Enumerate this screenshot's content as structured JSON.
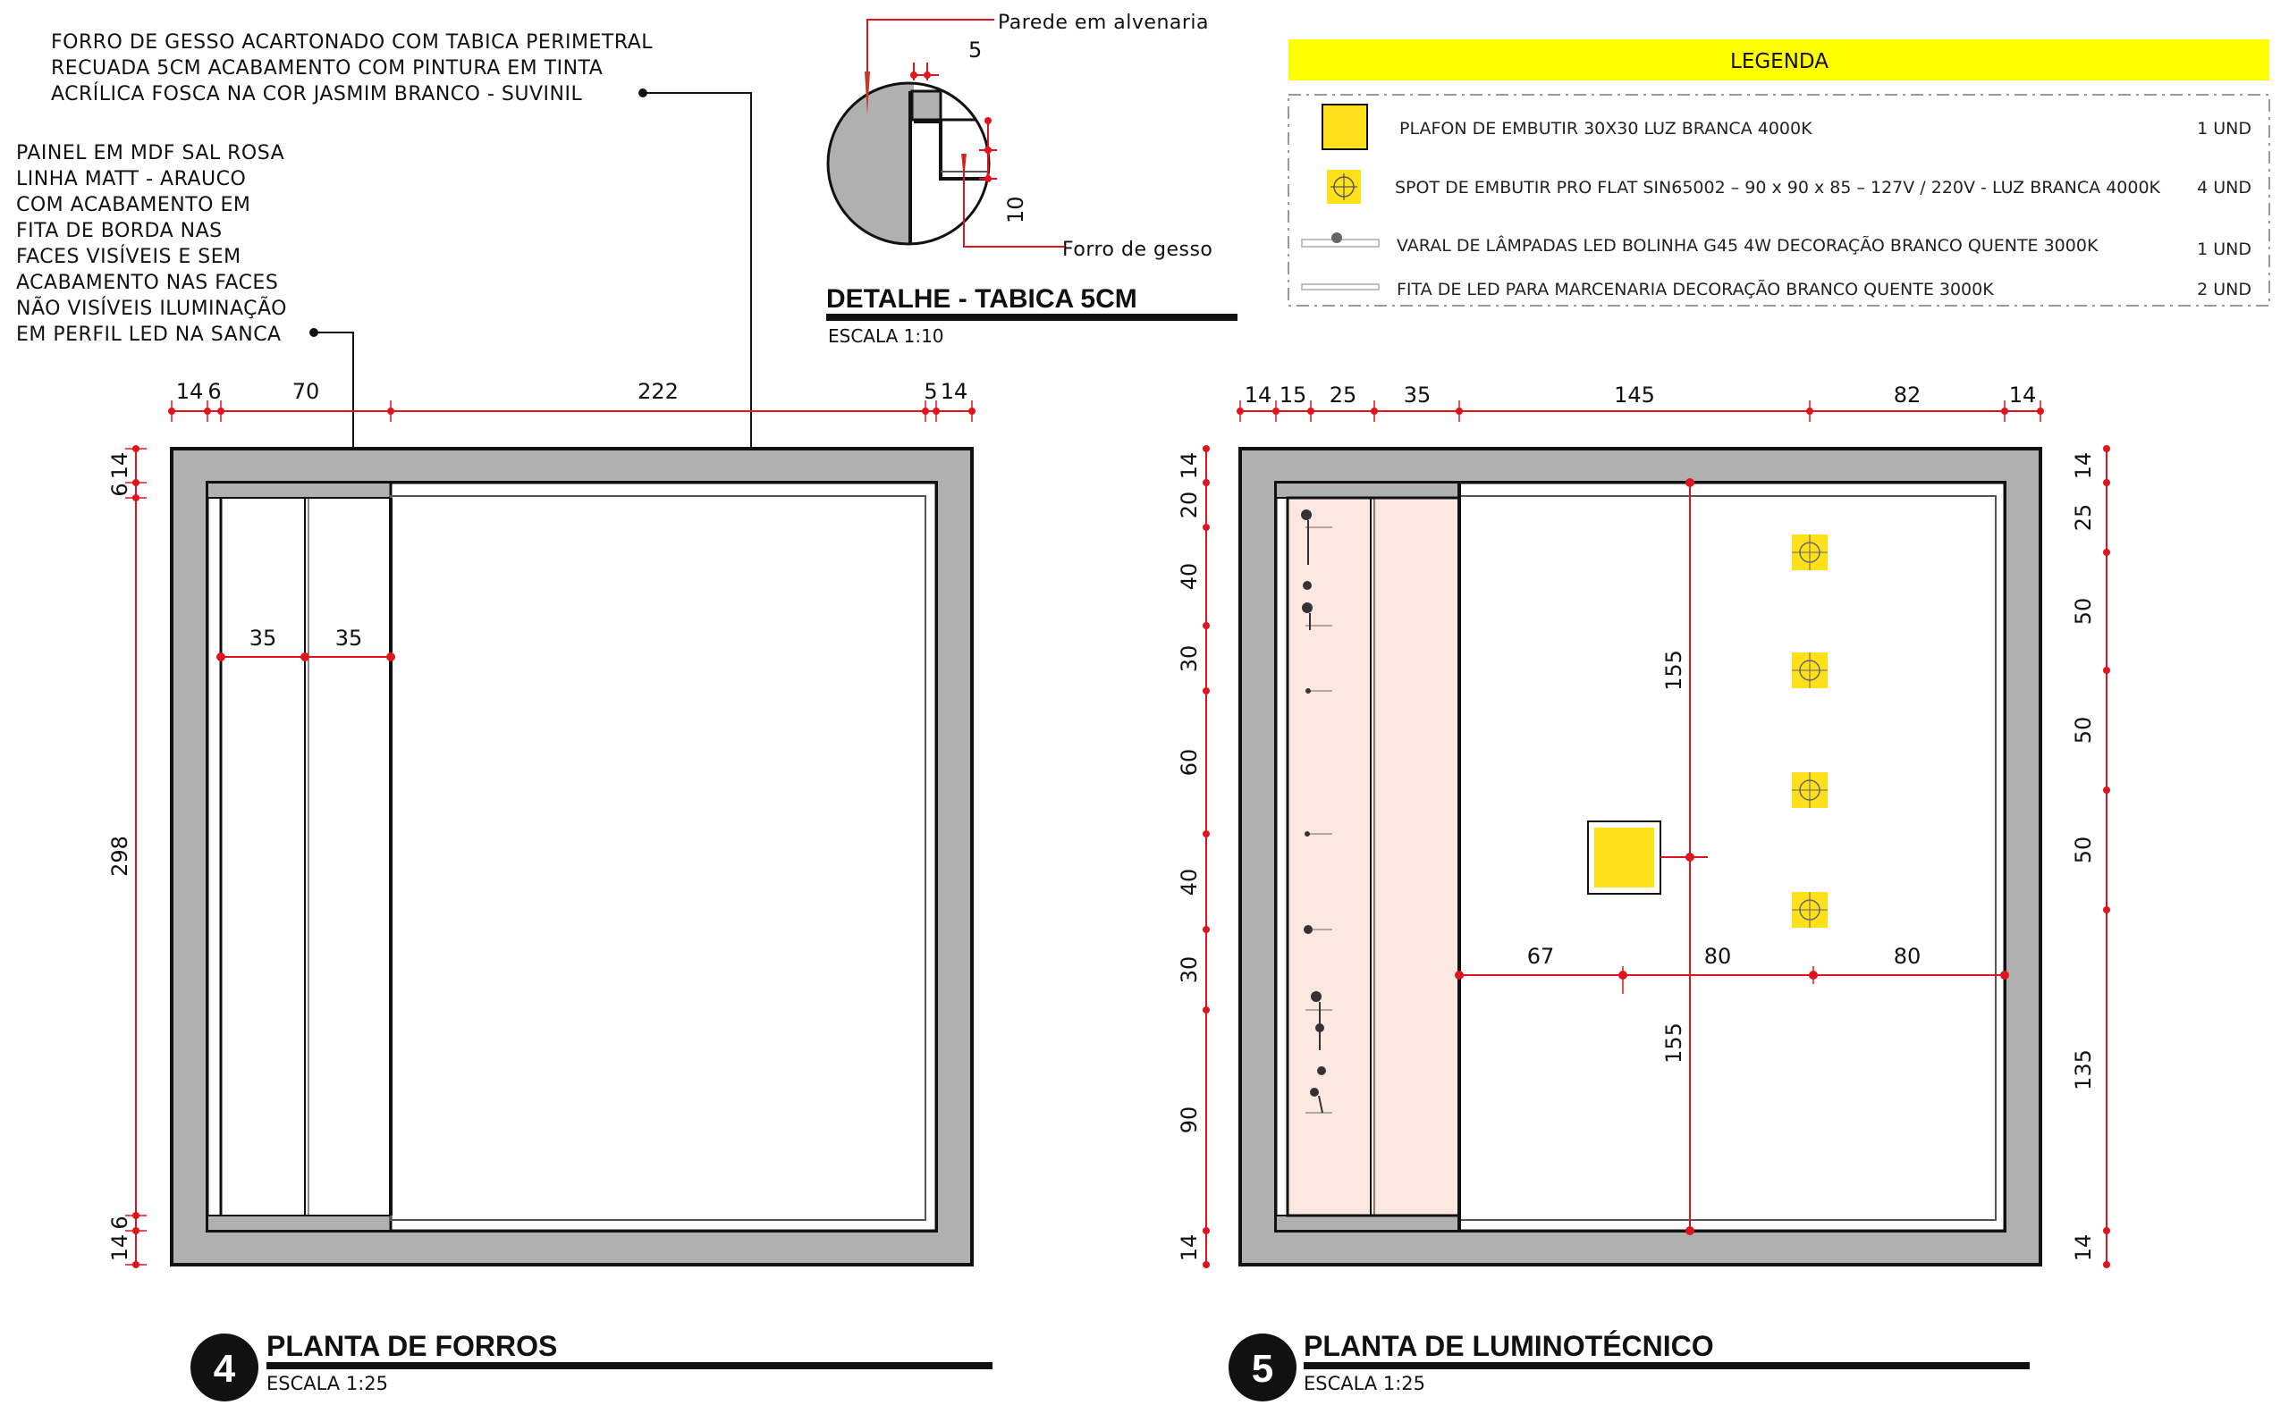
{
  "notes": {
    "ceiling_note": [
      "FORRO DE GESSO ACARTONADO COM TABICA PERIMETRAL",
      "RECUADA 5CM ACABAMENTO COM PINTURA EM TINTA",
      "ACRÍLICA FOSCA NA COR JASMIM BRANCO - SUVINIL"
    ],
    "panel_note": [
      "PAINEL EM MDF SAL ROSA",
      " LINHA MATT - ARAUCO",
      "COM ACABAMENTO EM",
      "FITA DE BORDA NAS",
      "FACES VISÍVEIS E SEM",
      "ACABAMENTO NAS FACES",
      "NÃO VISÍVEIS ILUMINAÇÃO",
      "EM PERFIL LED NA SANCA"
    ]
  },
  "detail": {
    "label_wall": "Parede em alvenaria",
    "label_ceiling": "Forro de gesso",
    "dim_5": "5",
    "dim_10": "10",
    "title": "DETALHE - TABICA 5CM",
    "scale": "ESCALA 1:10"
  },
  "legend": {
    "header": "LEGENDA",
    "items": [
      {
        "icon": "plafon-square-icon",
        "text": "PLAFON DE EMBUTIR 30X30 LUZ BRANCA 4000K",
        "qty": "1 UND"
      },
      {
        "icon": "spot-icon",
        "text": "SPOT DE EMBUTIR PRO FLAT SIN65002 –  90 x 90 x 85 – 127V / 220V - LUZ BRANCA 4000K",
        "qty": "4 UND"
      },
      {
        "icon": "bulb-string-icon",
        "text": "VARAL DE LÂMPADAS LED BOLINHA G45 4W DECORAÇÃO BRANCO QUENTE 3000K",
        "qty": "1 UND"
      },
      {
        "icon": "led-strip-icon",
        "text": "FITA DE LED PARA MARCENARIA DECORAÇÃO BRANCO QUENTE 3000K",
        "qty": "2 UND"
      }
    ]
  },
  "plan4": {
    "number": "4",
    "title": "PLANTA DE FORROS",
    "scale": "ESCALA 1:25",
    "top_dims": [
      "14",
      "6",
      "70",
      "222",
      "5",
      "14"
    ],
    "left_dims": [
      "14",
      "6",
      "298",
      "6",
      "14"
    ],
    "inner_dims": [
      "35",
      "35"
    ]
  },
  "plan5": {
    "number": "5",
    "title": "PLANTA DE LUMINOTÉCNICO",
    "scale": "ESCALA 1:25",
    "top_dims": [
      "14",
      "15",
      "25",
      "35",
      "145",
      "82",
      "14"
    ],
    "left_dims": [
      "14",
      "20",
      "40",
      "30",
      "60",
      "40",
      "30",
      "90",
      "14"
    ],
    "right_dims": [
      "14",
      "25",
      "50",
      "50",
      "50",
      "135",
      "14"
    ],
    "inner_h_dims": [
      "67",
      "80",
      "80"
    ],
    "inner_v_dims": [
      "155",
      "155"
    ]
  },
  "colors": {
    "dim_red": "#e0141e",
    "wall_gray": "#b0b0b0",
    "legend_yellow": "#ffff00",
    "fixture_yellow": "#ffe01a",
    "mdf_pink": "#fde8e1"
  }
}
